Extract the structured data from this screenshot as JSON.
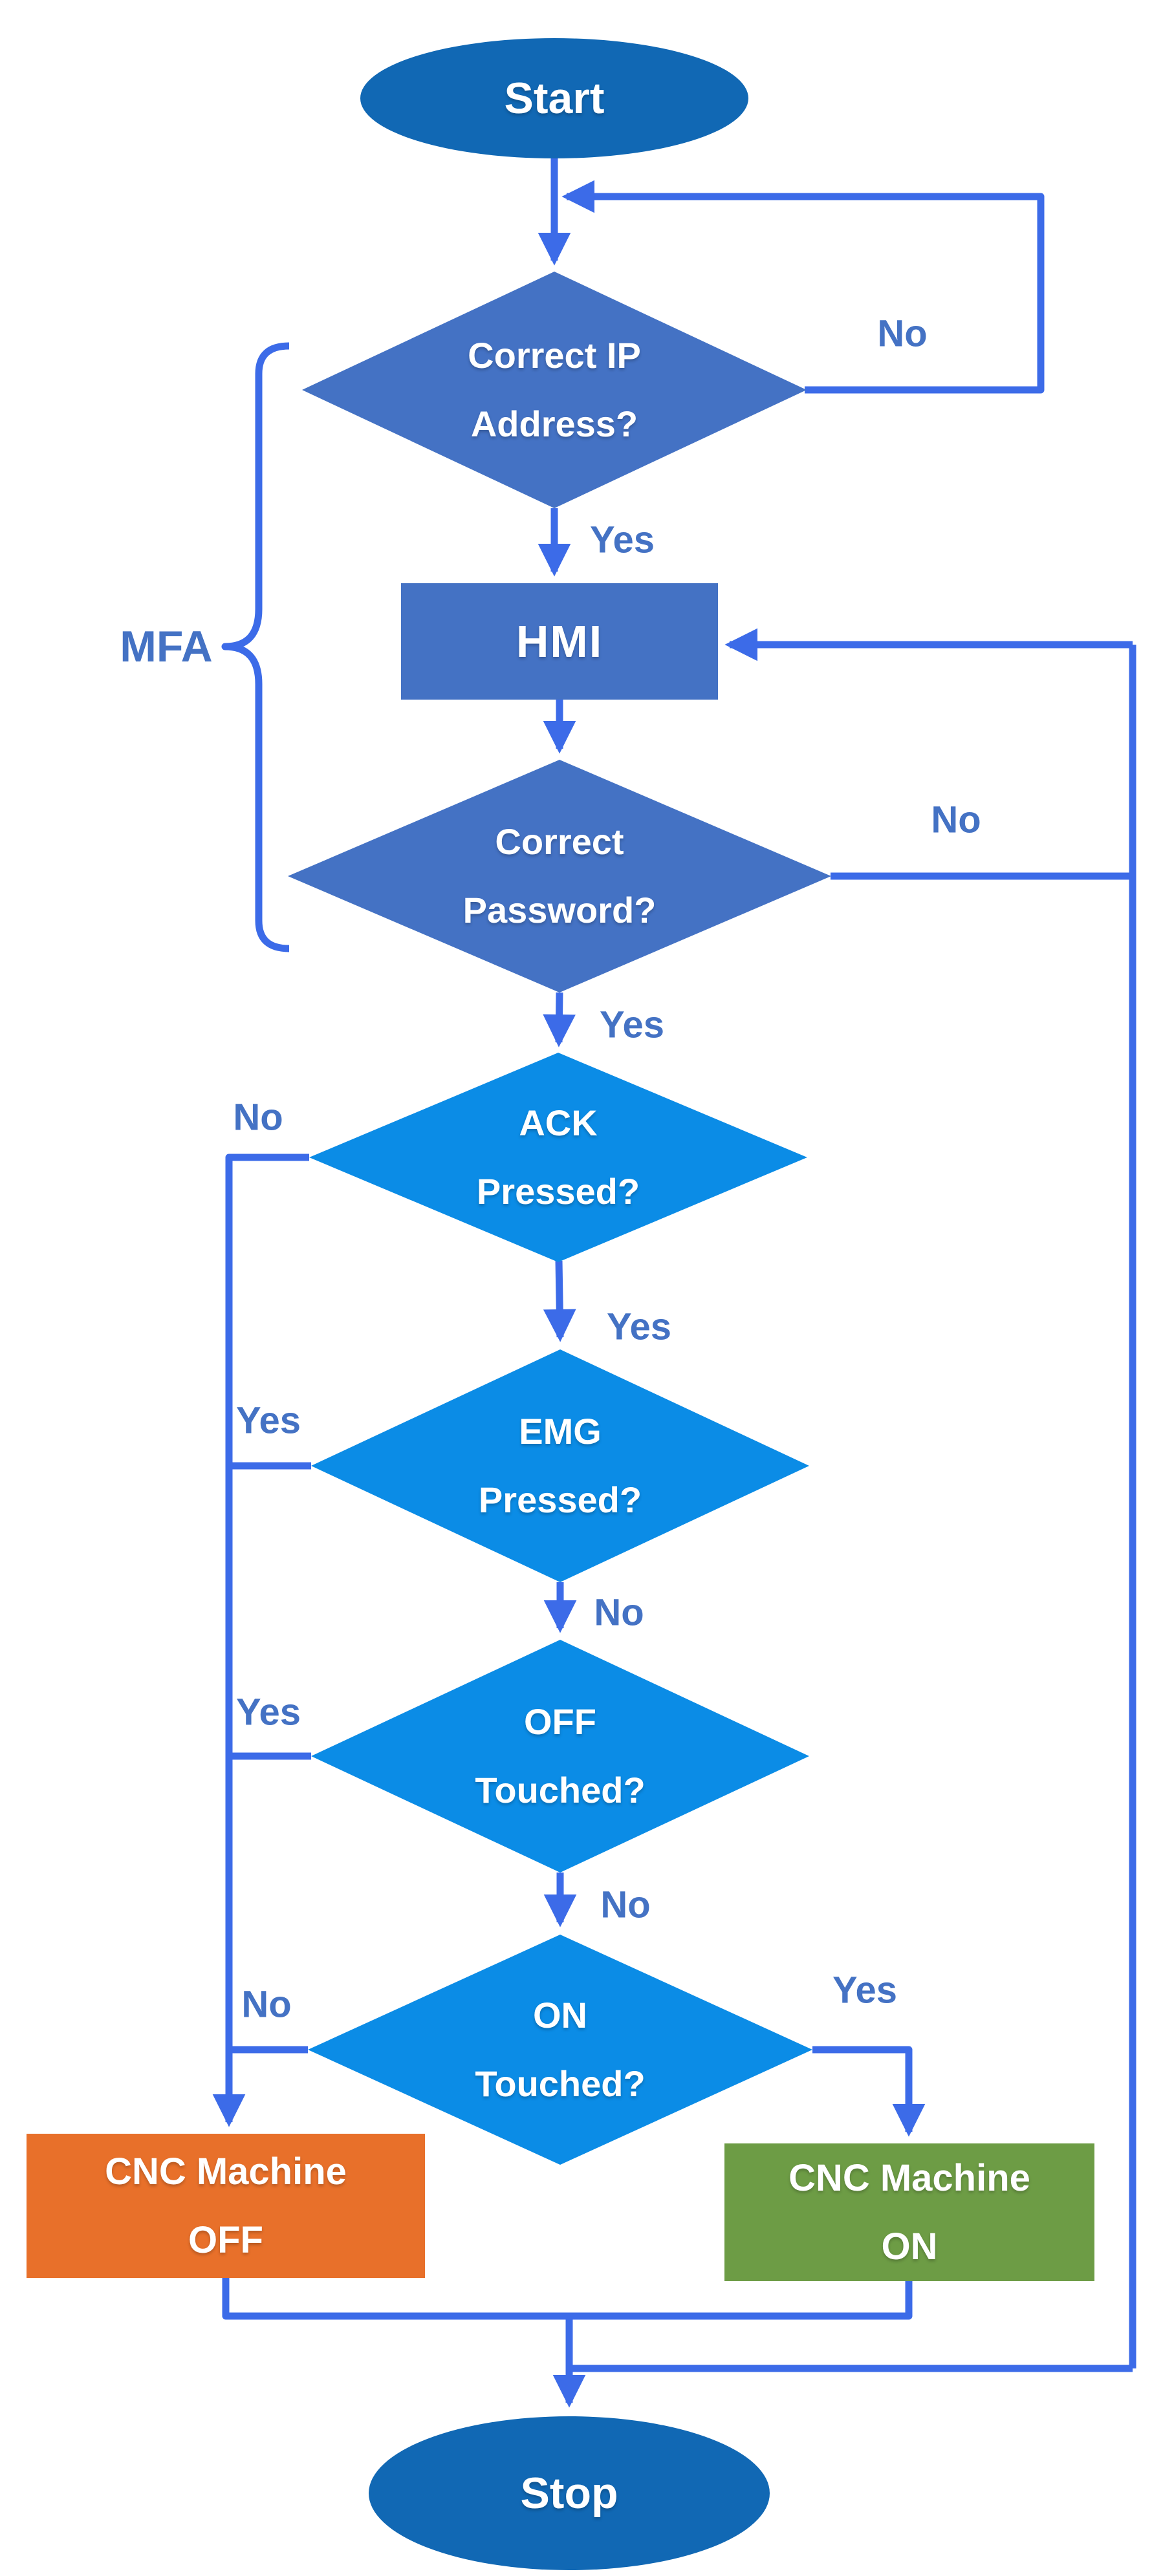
{
  "flowchart": {
    "nodes": {
      "start": {
        "label": "Start"
      },
      "ip_check": {
        "line1": "Correct IP",
        "line2": "Address?"
      },
      "hmi": {
        "label": "HMI"
      },
      "password_check": {
        "line1": "Correct",
        "line2": "Password?"
      },
      "ack_check": {
        "line1": "ACK",
        "line2": "Pressed?"
      },
      "emg_check": {
        "line1": "EMG",
        "line2": "Pressed?"
      },
      "off_check": {
        "line1": "OFF",
        "line2": "Touched?"
      },
      "on_check": {
        "line1": "ON",
        "line2": "Touched?"
      },
      "cnc_off": {
        "line1": "CNC Machine",
        "line2": "OFF"
      },
      "cnc_on": {
        "line1": "CNC Machine",
        "line2": "ON"
      },
      "stop": {
        "label": "Stop"
      }
    },
    "edge_labels": {
      "ip_no": "No",
      "ip_yes": "Yes",
      "password_no": "No",
      "password_yes": "Yes",
      "ack_no": "No",
      "ack_yes": "Yes",
      "emg_yes": "Yes",
      "emg_no": "No",
      "off_yes": "Yes",
      "off_no": "No",
      "on_no": "No",
      "on_yes": "Yes"
    },
    "annotations": {
      "mfa": "MFA"
    },
    "colors": {
      "terminator_fill": "#1168B4",
      "decision_primary_fill": "#4472C4",
      "decision_secondary_fill": "#0B8CE6",
      "process_fill": "#4472C4",
      "cnc_off_fill": "#E8702A",
      "cnc_on_fill": "#6D9C45",
      "connector": "#3C6BE8",
      "edge_label_color": "#4472C4",
      "shape_text": "#FFFFFF"
    }
  }
}
